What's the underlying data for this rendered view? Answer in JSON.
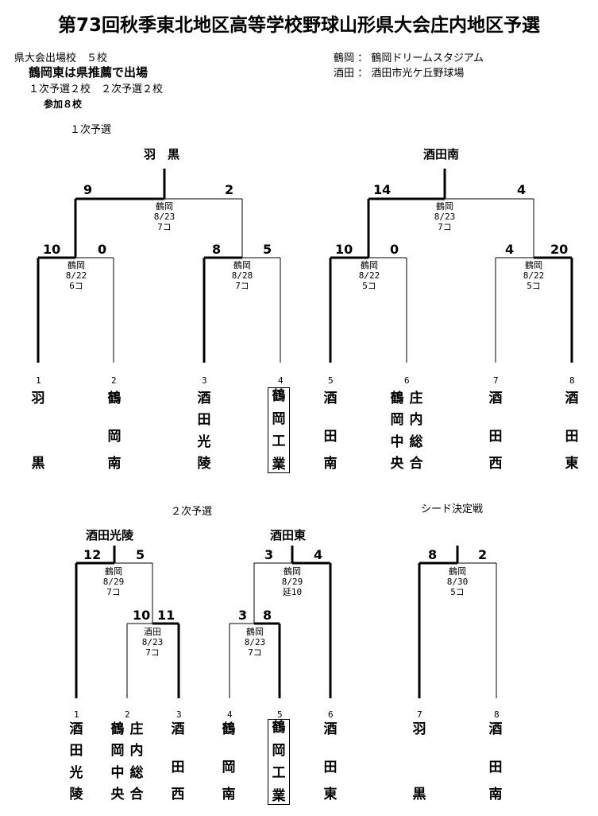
{
  "title": "第73回秋季東北地区高等学校野球山形県大会庄内地区予選",
  "notes": {
    "qualifiers": "県大会出場校　５校",
    "recommendation": "鶴岡東は県推薦で出場",
    "split": "１次予選２校　２次予選２校",
    "participants": "参加８校"
  },
  "venues": [
    {
      "abbr": "鶴岡",
      "sep": "：",
      "name": "鶴岡ドリームスタジアム"
    },
    {
      "abbr": "酒田",
      "sep": "：",
      "name": "酒田市光ケ丘野球場"
    }
  ],
  "round1": {
    "label": "１次予選",
    "bracketA": {
      "winner": "羽　黒",
      "final": {
        "left_score": "9",
        "right_score": "2",
        "venue": "鶴岡",
        "date": "8/23",
        "innings": "7コ"
      },
      "game1": {
        "left_score": "10",
        "right_score": "0",
        "venue": "鶴岡",
        "date": "8/22",
        "innings": "6コ"
      },
      "game2": {
        "left_score": "8",
        "right_score": "5",
        "venue": "鶴岡",
        "date": "8/28",
        "innings": "7コ"
      }
    },
    "bracketB": {
      "winner": "酒田南",
      "final": {
        "left_score": "14",
        "right_score": "4",
        "venue": "鶴岡",
        "date": "8/23",
        "innings": "7コ"
      },
      "game1": {
        "left_score": "10",
        "right_score": "0",
        "venue": "鶴岡",
        "date": "8/22",
        "innings": "5コ"
      },
      "game2": {
        "left_score": "4",
        "right_score": "20",
        "venue": "鶴岡",
        "date": "8/22",
        "innings": "5コ"
      }
    },
    "teams": [
      {
        "seed": "1",
        "chars": [
          "羽",
          "",
          "",
          "黒"
        ],
        "boxed": false
      },
      {
        "seed": "2",
        "chars": [
          "鶴",
          "",
          "岡",
          "南"
        ],
        "boxed": false
      },
      {
        "seed": "3",
        "chars": [
          "酒",
          "田",
          "光",
          "陵"
        ],
        "boxed": false
      },
      {
        "seed": "4",
        "chars": [
          "鶴",
          "岡",
          "工",
          "業"
        ],
        "boxed": true
      },
      {
        "seed": "5",
        "chars": [
          "酒",
          "",
          "田",
          "南"
        ],
        "boxed": false
      },
      {
        "seed": "6",
        "chars": [
          "鶴",
          "岡",
          "中",
          "央"
        ],
        "chars2": [
          "庄",
          "内",
          "総",
          "合"
        ],
        "boxed": false
      },
      {
        "seed": "7",
        "chars": [
          "酒",
          "",
          "田",
          "西"
        ],
        "boxed": false
      },
      {
        "seed": "8",
        "chars": [
          "酒",
          "",
          "田",
          "東"
        ],
        "boxed": false
      }
    ]
  },
  "round2": {
    "label": "２次予選",
    "bracketA": {
      "winner": "酒田光陵",
      "final": {
        "left_score": "12",
        "right_score": "5",
        "venue": "鶴岡",
        "date": "8/29",
        "innings": "7コ"
      },
      "semi": {
        "left_score": "10",
        "right_score": "11",
        "venue": "酒田",
        "date": "8/23",
        "innings": "7コ"
      }
    },
    "bracketB": {
      "winner": "酒田東",
      "final": {
        "left_score": "3",
        "right_score": "4",
        "venue": "鶴岡",
        "date": "8/29",
        "innings": "延10"
      },
      "semi": {
        "left_score": "3",
        "right_score": "8",
        "venue": "鶴岡",
        "date": "8/23",
        "innings": "7コ"
      }
    },
    "teams": [
      {
        "seed": "1",
        "chars": [
          "酒",
          "田",
          "光",
          "陵"
        ],
        "boxed": false
      },
      {
        "seed": "2",
        "chars": [
          "鶴",
          "岡",
          "中",
          "央"
        ],
        "chars2": [
          "庄",
          "内",
          "総",
          "合"
        ],
        "boxed": false
      },
      {
        "seed": "3",
        "chars": [
          "酒",
          "",
          "田",
          "西"
        ],
        "boxed": false
      },
      {
        "seed": "4",
        "chars": [
          "鶴",
          "",
          "岡",
          "南"
        ],
        "boxed": false
      },
      {
        "seed": "5",
        "chars": [
          "鶴",
          "岡",
          "工",
          "業"
        ],
        "boxed": true
      },
      {
        "seed": "6",
        "chars": [
          "酒",
          "",
          "田",
          "東"
        ],
        "boxed": false
      }
    ]
  },
  "seed_game": {
    "label": "シード決定戦",
    "game": {
      "left_score": "8",
      "right_score": "2",
      "venue": "鶴岡",
      "date": "8/30",
      "innings": "5コ"
    },
    "teams": [
      {
        "seed": "7",
        "chars": [
          "羽",
          "",
          "",
          "黒"
        ],
        "boxed": false
      },
      {
        "seed": "8",
        "chars": [
          "酒",
          "",
          "田",
          "南"
        ],
        "boxed": false
      }
    ]
  }
}
